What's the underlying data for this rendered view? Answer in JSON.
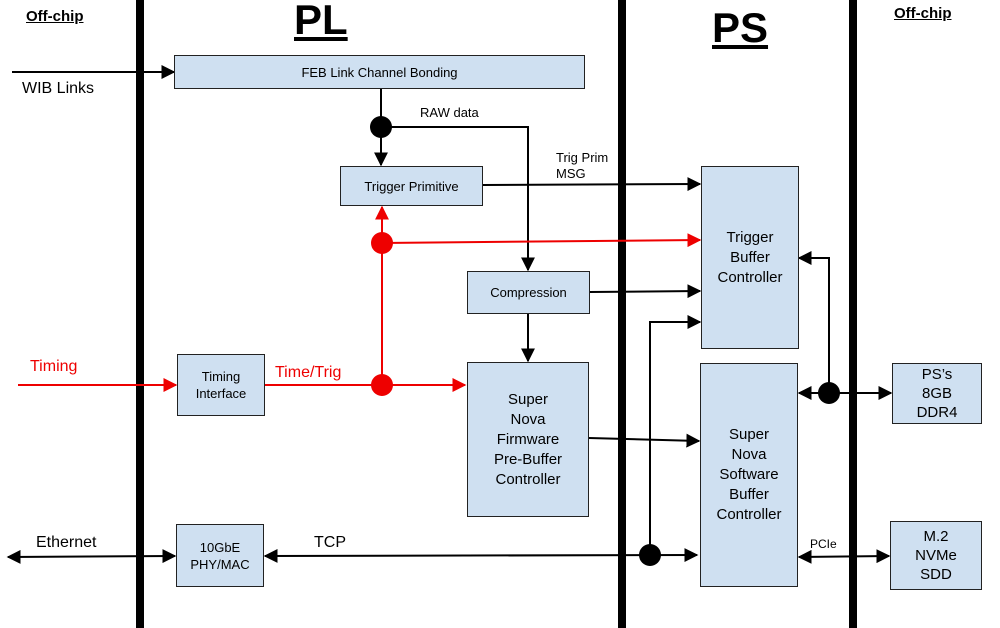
{
  "regions": {
    "off_chip_left": "Off-chip",
    "pl": "PL",
    "ps": "PS",
    "off_chip_right": "Off-chip"
  },
  "blocks": {
    "feb_link": "FEB Link Channel Bonding",
    "trigger_primitive": "Trigger  Primitive",
    "compression": "Compression",
    "timing_interface": "Timing\nInterface",
    "supernova_firmware": "Super\nNova\nFirmware\nPre-Buffer\nController",
    "phy_mac": "10GbE\nPHY/MAC",
    "trigger_buffer": "Trigger\nBuffer\nController",
    "supernova_software": "Super\nNova\nSoftware\nBuffer\nController",
    "ddr4": "PS’s\n8GB\nDDR4",
    "nvme": "M.2\nNVMe\nSDD"
  },
  "labels": {
    "wib_links": "WIB Links",
    "raw_data": "RAW data",
    "trig_prim_msg": "Trig  Prim\nMSG",
    "timing": "Timing",
    "time_trig": "Time/Trig",
    "ethernet": "Ethernet",
    "tcp": "TCP",
    "pcie": "PCIe"
  },
  "colors": {
    "box_fill": "#cfe0f1",
    "timing_path": "#ee0000",
    "data_path": "#000000"
  }
}
